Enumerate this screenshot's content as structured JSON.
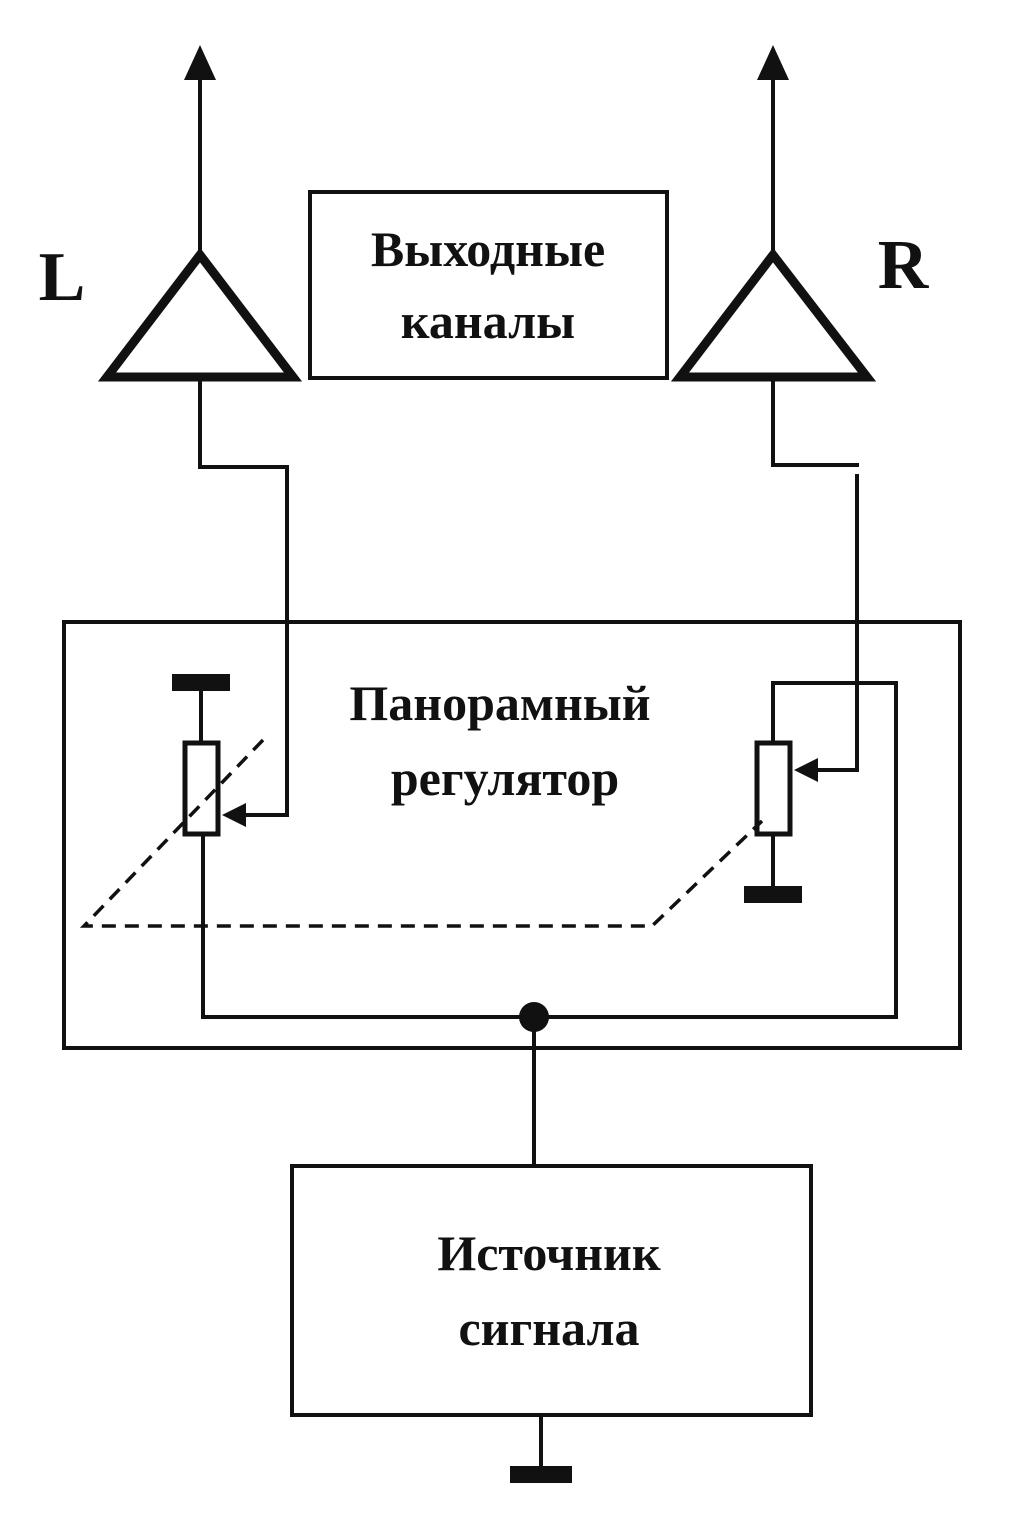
{
  "labels": {
    "left_channel": "L",
    "right_channel": "R"
  },
  "blocks": {
    "output_channels": {
      "line1": "Выходные",
      "line2": "каналы"
    },
    "pan_control": {
      "line1": "Панорамный",
      "line2": "регулятор"
    },
    "signal_source": {
      "line1": "Источник",
      "line2": "сигнала"
    }
  },
  "colors": {
    "ink": "#111111",
    "background": "#ffffff"
  }
}
